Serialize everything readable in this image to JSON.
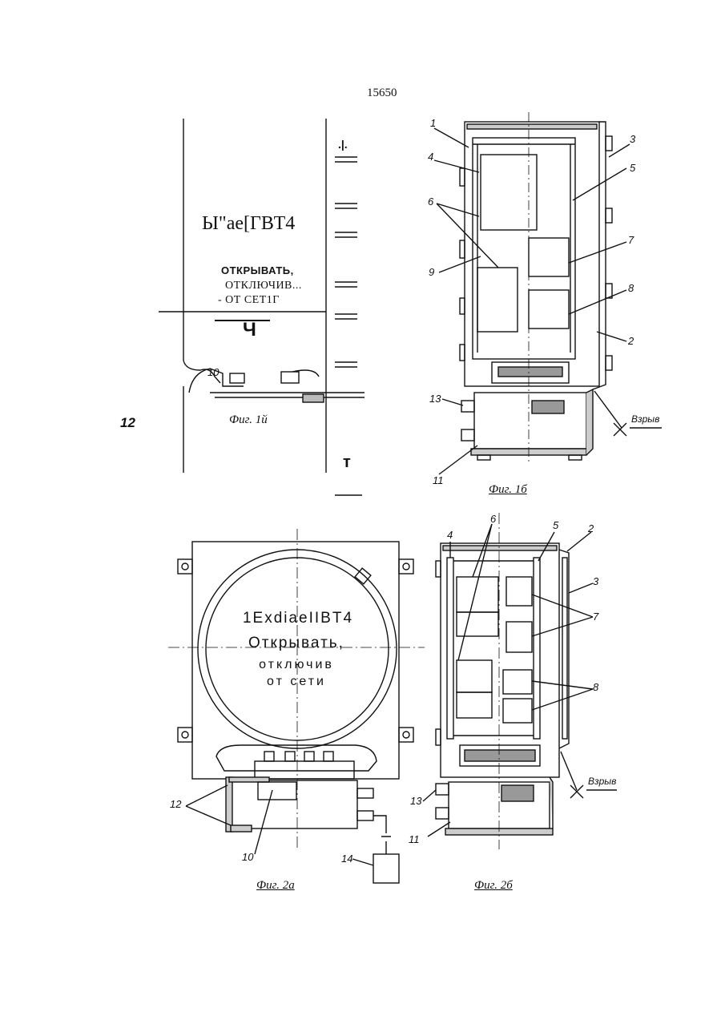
{
  "page_number": "15650",
  "fig1a": {
    "caption": "Фиг. 1й",
    "marking_line1": "Ы\"ае[ГВТ4",
    "marking_line2": "ОТКРЫВАТЬ,",
    "marking_line3": "ОТКЛЮЧИВ...",
    "marking_line4": "-  ОТ СЕТ1Г",
    "letter_ch": "Ч",
    "letter_t": "т",
    "top_mark": ".|.",
    "ref_10": "10"
  },
  "ref_12_side": "12",
  "fig1b": {
    "caption": "Фиг. 1б",
    "refs": [
      "1",
      "4",
      "6",
      "9",
      "3",
      "5",
      "7",
      "8",
      "2",
      "13",
      "11"
    ],
    "explosion_label": "Взрыв"
  },
  "fig2a": {
    "caption": "Фиг. 2а",
    "stencil_line1": "1ExdiaeIIBT4",
    "stencil_line2": "Открывать,",
    "stencil_line3": "отключив",
    "stencil_line4": "от сети",
    "refs": [
      "12",
      "10",
      "14"
    ]
  },
  "fig2b": {
    "caption": "Фиг. 2б",
    "refs": [
      "4",
      "6",
      "5",
      "2",
      "3",
      "7",
      "8",
      "13",
      "11"
    ],
    "explosion_label": "Взрыв"
  }
}
